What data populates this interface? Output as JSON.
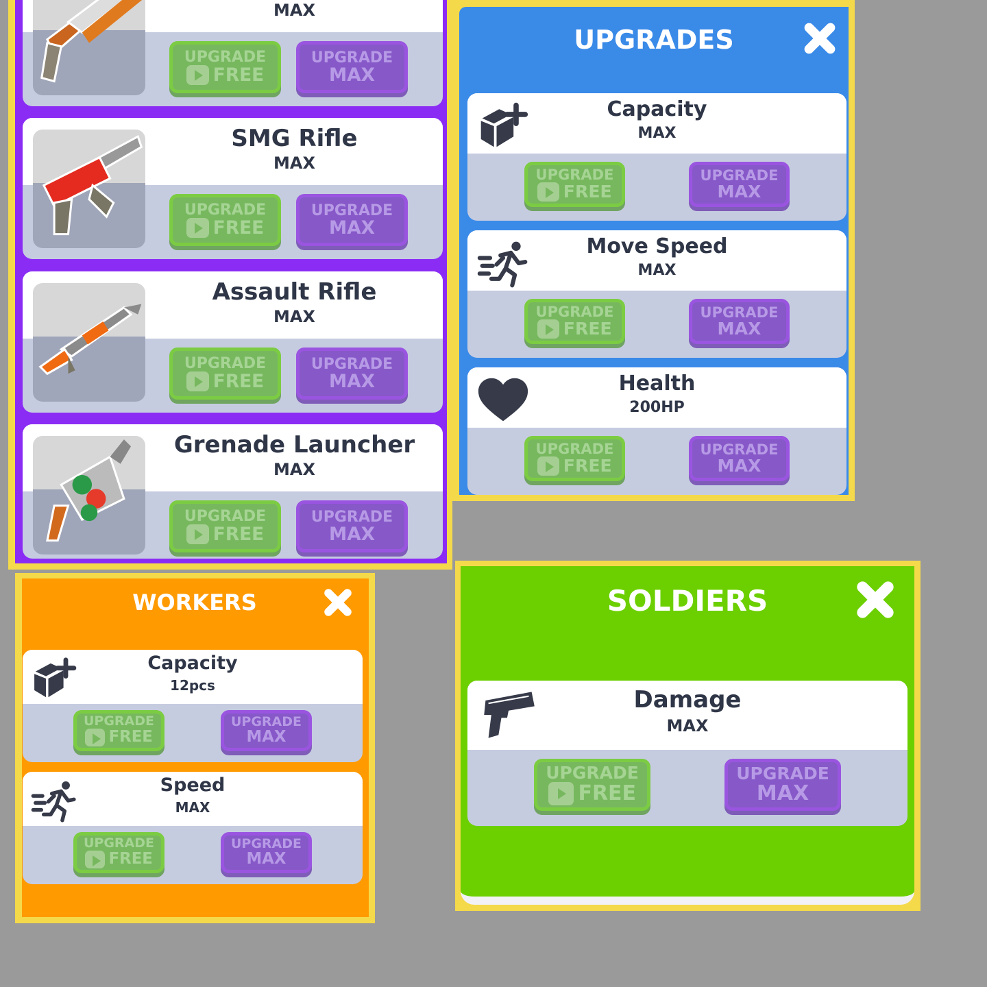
{
  "weapons_panel": {
    "items": [
      {
        "name": "",
        "value": "MAX",
        "upgrade_free": {
          "line1": "UPGRADE",
          "line2": "FREE"
        },
        "upgrade_max": {
          "line1": "UPGRADE",
          "line2": "MAX"
        },
        "image": "orange-shotgun"
      },
      {
        "name": "SMG Rifle",
        "value": "MAX",
        "upgrade_free": {
          "line1": "UPGRADE",
          "line2": "FREE"
        },
        "upgrade_max": {
          "line1": "UPGRADE",
          "line2": "MAX"
        },
        "image": "red-smg"
      },
      {
        "name": "Assault Rifle",
        "value": "MAX",
        "upgrade_free": {
          "line1": "UPGRADE",
          "line2": "FREE"
        },
        "upgrade_max": {
          "line1": "UPGRADE",
          "line2": "MAX"
        },
        "image": "orange-assault-rifle"
      },
      {
        "name": "Grenade Launcher",
        "value": "MAX",
        "upgrade_free": {
          "line1": "UPGRADE",
          "line2": "FREE"
        },
        "upgrade_max": {
          "line1": "UPGRADE",
          "line2": "MAX"
        },
        "image": "grenade-launcher"
      }
    ]
  },
  "upgrades_panel": {
    "title": "UPGRADES",
    "items": [
      {
        "name": "Capacity",
        "value": "MAX",
        "icon": "box-plus-icon",
        "upgrade_free": {
          "line1": "UPGRADE",
          "line2": "FREE"
        },
        "upgrade_max": {
          "line1": "UPGRADE",
          "line2": "MAX"
        }
      },
      {
        "name": "Move Speed",
        "value": "MAX",
        "icon": "running-icon",
        "upgrade_free": {
          "line1": "UPGRADE",
          "line2": "FREE"
        },
        "upgrade_max": {
          "line1": "UPGRADE",
          "line2": "MAX"
        }
      },
      {
        "name": "Health",
        "value": "200HP",
        "icon": "heart-icon",
        "upgrade_free": {
          "line1": "UPGRADE",
          "line2": "FREE"
        },
        "upgrade_max": {
          "line1": "UPGRADE",
          "line2": "MAX"
        }
      }
    ]
  },
  "workers_panel": {
    "title": "WORKERS",
    "items": [
      {
        "name": "Capacity",
        "value": "12pcs",
        "icon": "box-plus-icon",
        "upgrade_free": {
          "line1": "UPGRADE",
          "line2": "FREE"
        },
        "upgrade_max": {
          "line1": "UPGRADE",
          "line2": "MAX"
        }
      },
      {
        "name": "Speed",
        "value": "MAX",
        "icon": "running-icon",
        "upgrade_free": {
          "line1": "UPGRADE",
          "line2": "FREE"
        },
        "upgrade_max": {
          "line1": "UPGRADE",
          "line2": "MAX"
        }
      }
    ]
  },
  "soldiers_panel": {
    "title": "SOLDIERS",
    "items": [
      {
        "name": "Damage",
        "value": "MAX",
        "icon": "pistol-icon",
        "upgrade_free": {
          "line1": "UPGRADE",
          "line2": "FREE"
        },
        "upgrade_max": {
          "line1": "UPGRADE",
          "line2": "MAX"
        }
      }
    ]
  },
  "colors": {
    "weapons_bg": "#8b2cf5",
    "upgrades_bg": "#3a8ae8",
    "workers_bg": "#ff9a00",
    "soldiers_bg": "#6ccf00",
    "frame": "#f4d94a"
  }
}
